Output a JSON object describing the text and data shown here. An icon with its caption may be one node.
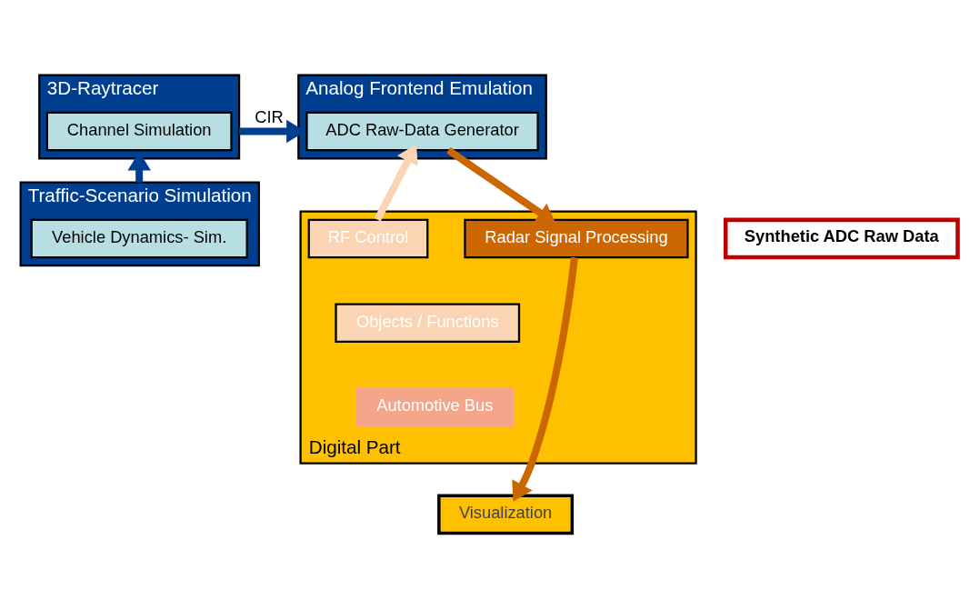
{
  "diagram": {
    "nodes": [
      {
        "text": [
          "3D-Raytracer"
        ]
      },
      {
        "text": [
          "Channel Simulation"
        ],
        "in": 0
      },
      {
        "text": [
          "Analog Frontend Emulation"
        ]
      },
      {
        "text": [
          "ADC Raw-Data Generator"
        ],
        "in": 2
      },
      {
        "text": [
          "Traffic-Scenario Simulation"
        ]
      },
      {
        "text": [
          "Vehicle Dynamics- Sim."
        ],
        "in": 4
      },
      {
        "text": [
          "Digital Part"
        ]
      },
      {
        "text": [
          "RF Control"
        ],
        "in": 6
      },
      {
        "text": [
          "Radar Signal Processing"
        ],
        "in": 6
      },
      {
        "text": [
          "Objects / Functions"
        ],
        "in": 6
      },
      {
        "text": [
          "Automotive Bus"
        ],
        "in": 6
      },
      {
        "text": [
          "Synthetic ADC Raw Data"
        ]
      },
      {
        "text": [
          "Visualization"
        ]
      }
    ],
    "edges": [
      {
        "from": 0,
        "to": 2,
        "arrow": "to",
        "label": "CIR",
        "color": "#003f8f"
      },
      {
        "from": 4,
        "to": 0,
        "arrow": "to",
        "color": "#003f8f"
      },
      {
        "from": 7,
        "to": 3,
        "arrow": "to",
        "color": "#fbd4b4"
      },
      {
        "from": 3,
        "to": 8,
        "arrow": "to",
        "color": "#cc6600"
      },
      {
        "from": 8,
        "to": 12,
        "arrow": "to",
        "color": "#cc6600"
      }
    ]
  }
}
